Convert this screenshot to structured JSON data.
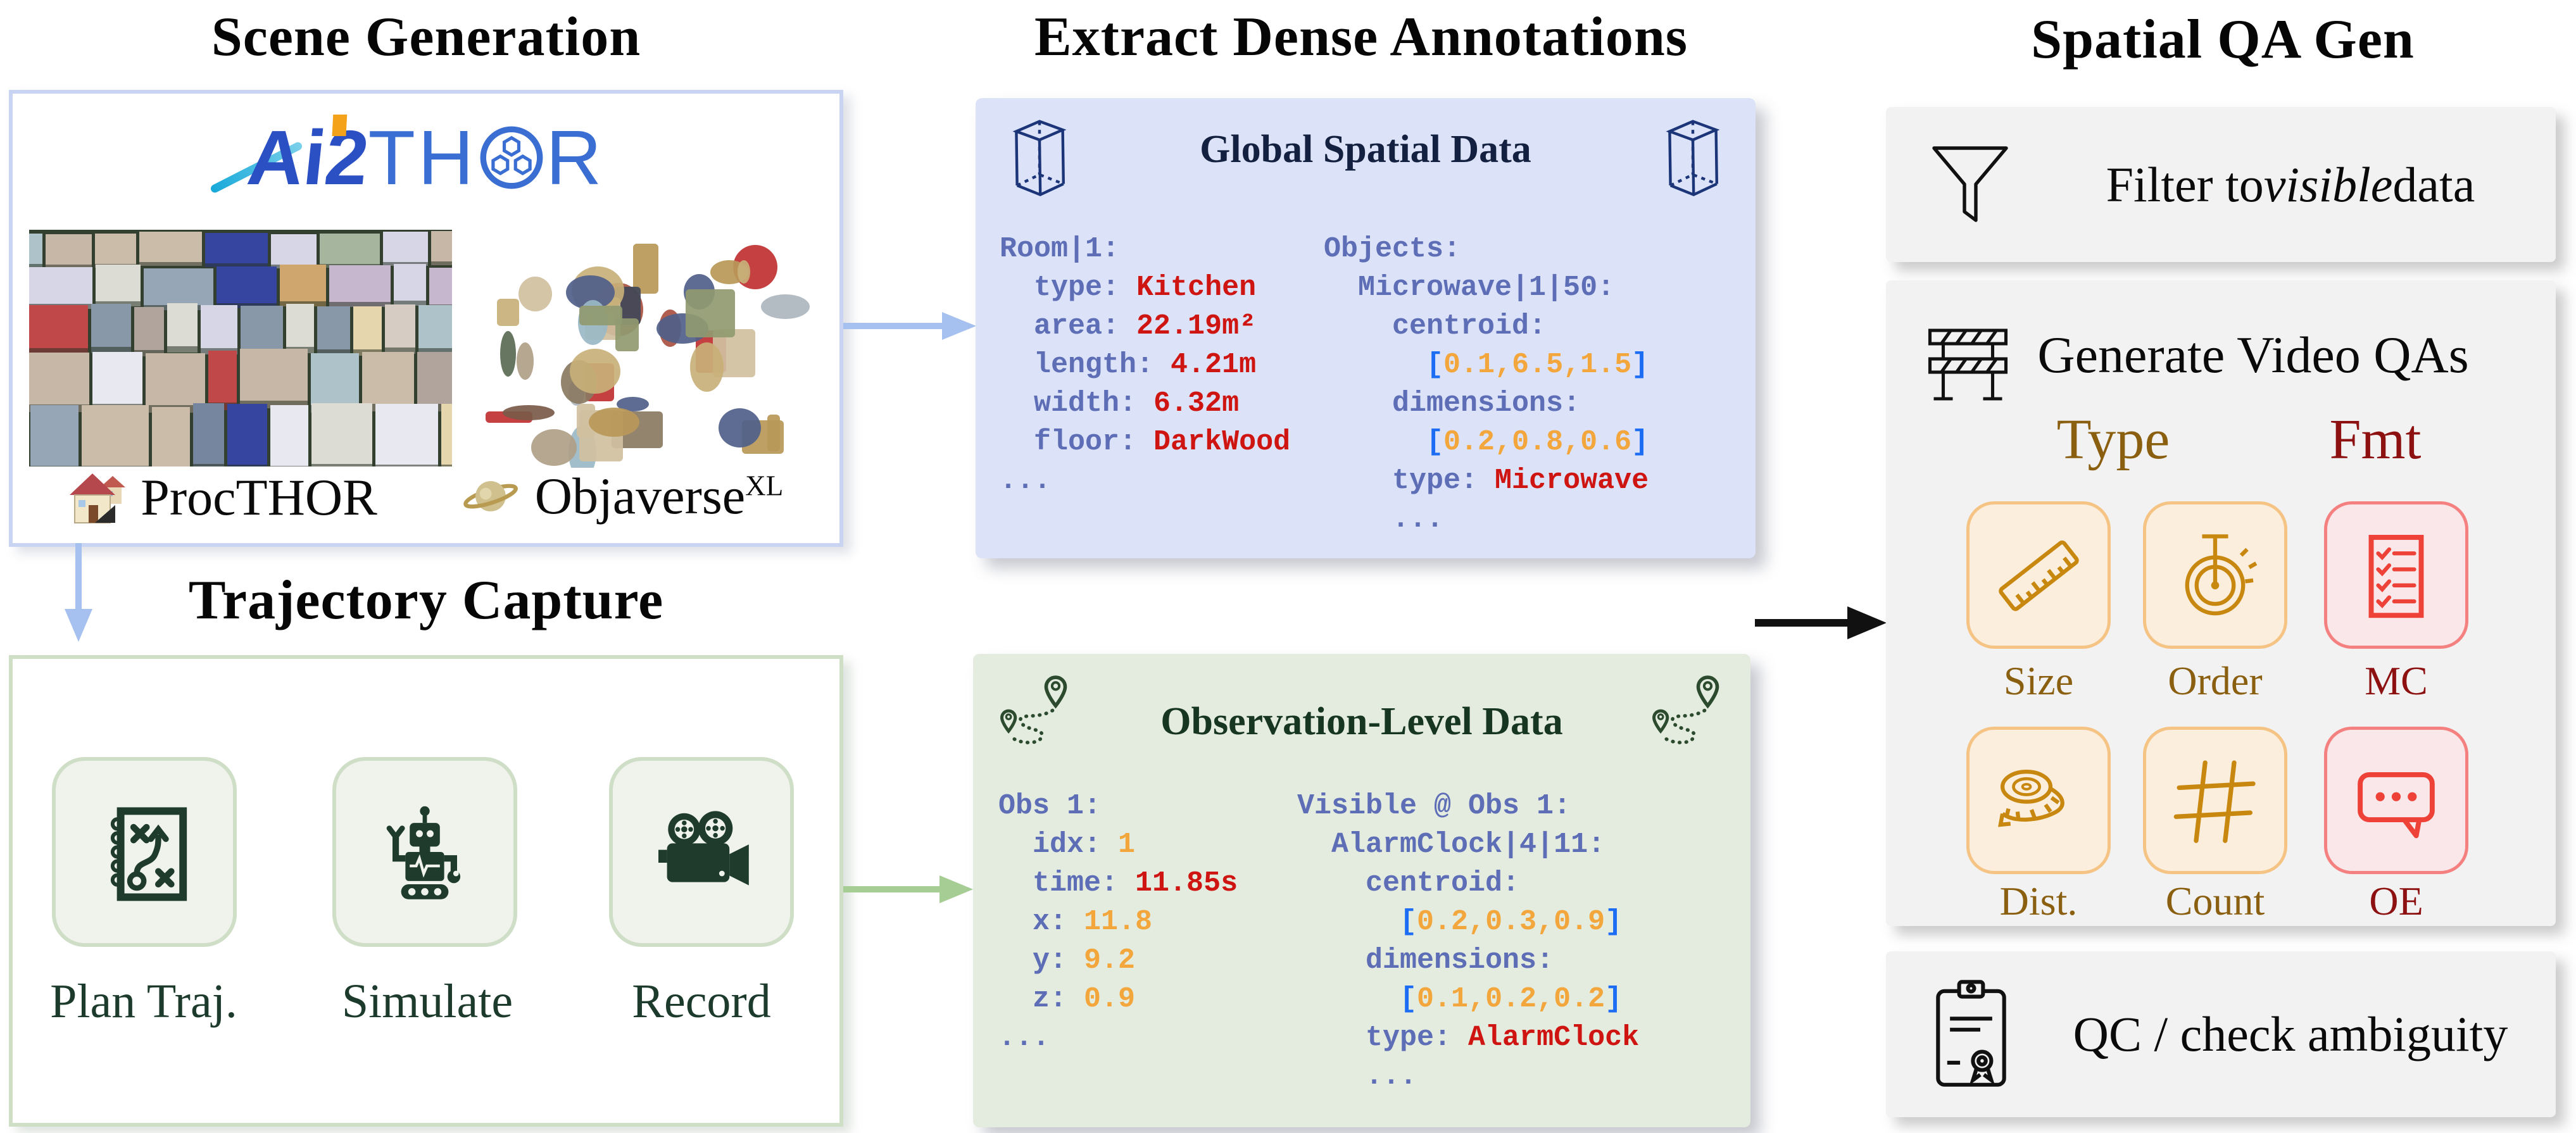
{
  "scene": {
    "title": "Scene Generation",
    "logo": {
      "ai2": "Ai2",
      "th": "TH",
      "r": "R"
    },
    "sources": [
      {
        "label": "ProcTHOR"
      },
      {
        "label": "Objaverse",
        "sup": "XL"
      }
    ]
  },
  "trajectory": {
    "title": "Trajectory Capture",
    "steps": [
      {
        "label": "Plan Traj."
      },
      {
        "label": "Simulate"
      },
      {
        "label": "Record"
      }
    ]
  },
  "annotations": {
    "title": "Extract Dense Annotations",
    "global": {
      "title": "Global Spatial Data",
      "left_code": [
        [
          {
            "t": "Room|1:",
            "c": "k"
          }
        ],
        [
          {
            "t": "  type: ",
            "c": "k"
          },
          {
            "t": "Kitchen",
            "c": "v"
          }
        ],
        [
          {
            "t": "  area: ",
            "c": "k"
          },
          {
            "t": "22.19m²",
            "c": "v"
          }
        ],
        [
          {
            "t": "  length: ",
            "c": "k"
          },
          {
            "t": "4.21m",
            "c": "v"
          }
        ],
        [
          {
            "t": "  width: ",
            "c": "k"
          },
          {
            "t": "6.32m",
            "c": "v"
          }
        ],
        [
          {
            "t": "  floor: ",
            "c": "k"
          },
          {
            "t": "DarkWood",
            "c": "v"
          }
        ],
        [
          {
            "t": "...",
            "c": "k"
          }
        ]
      ],
      "right_code": [
        [
          {
            "t": "Objects:",
            "c": "k"
          }
        ],
        [
          {
            "t": "  Microwave|1|50:",
            "c": "k"
          }
        ],
        [
          {
            "t": "    centroid:",
            "c": "k"
          }
        ],
        [
          {
            "t": "      ",
            "c": "k"
          },
          {
            "t": "[",
            "c": "b"
          },
          {
            "t": "0.1,6.5,1.5",
            "c": "n"
          },
          {
            "t": "]",
            "c": "b"
          }
        ],
        [
          {
            "t": "    dimensions:",
            "c": "k"
          }
        ],
        [
          {
            "t": "      ",
            "c": "k"
          },
          {
            "t": "[",
            "c": "b"
          },
          {
            "t": "0.2,0.8,0.6",
            "c": "n"
          },
          {
            "t": "]",
            "c": "b"
          }
        ],
        [
          {
            "t": "    type: ",
            "c": "k"
          },
          {
            "t": "Microwave",
            "c": "v"
          }
        ],
        [
          {
            "t": "    ...",
            "c": "k"
          }
        ]
      ]
    },
    "observation": {
      "title": "Observation-Level Data",
      "left_code": [
        [
          {
            "t": "Obs 1:",
            "c": "k"
          }
        ],
        [
          {
            "t": "  idx: ",
            "c": "k"
          },
          {
            "t": "1",
            "c": "n"
          }
        ],
        [
          {
            "t": "  time: ",
            "c": "k"
          },
          {
            "t": "11.85s",
            "c": "v"
          }
        ],
        [
          {
            "t": "  x: ",
            "c": "k"
          },
          {
            "t": "11.8",
            "c": "n"
          }
        ],
        [
          {
            "t": "  y: ",
            "c": "k"
          },
          {
            "t": "9.2",
            "c": "n"
          }
        ],
        [
          {
            "t": "  z: ",
            "c": "k"
          },
          {
            "t": "0.9",
            "c": "n"
          }
        ],
        [
          {
            "t": "...",
            "c": "k"
          }
        ]
      ],
      "right_code": [
        [
          {
            "t": "Visible @ Obs 1:",
            "c": "k"
          }
        ],
        [
          {
            "t": "  AlarmClock|4|11:",
            "c": "k"
          }
        ],
        [
          {
            "t": "    centroid:",
            "c": "k"
          }
        ],
        [
          {
            "t": "      ",
            "c": "k"
          },
          {
            "t": "[",
            "c": "b"
          },
          {
            "t": "0.2,0.3,0.9",
            "c": "n"
          },
          {
            "t": "]",
            "c": "b"
          }
        ],
        [
          {
            "t": "    dimensions:",
            "c": "k"
          }
        ],
        [
          {
            "t": "      ",
            "c": "k"
          },
          {
            "t": "[",
            "c": "b"
          },
          {
            "t": "0.1,0.2,0.2",
            "c": "n"
          },
          {
            "t": "]",
            "c": "b"
          }
        ],
        [
          {
            "t": "    type: ",
            "c": "k"
          },
          {
            "t": "AlarmClock",
            "c": "v"
          }
        ],
        [
          {
            "t": "    ...",
            "c": "k"
          }
        ]
      ]
    }
  },
  "qa": {
    "title": "Spatial QA Gen",
    "filter_card": {
      "pre": "Filter to ",
      "it": "visible",
      "post": " data"
    },
    "generate_card": {
      "label": "Generate Video QAs",
      "col_type": "Type",
      "col_fmt": "Fmt",
      "tiles": [
        {
          "label": "Size",
          "icon": "ruler-icon",
          "theme": "orange"
        },
        {
          "label": "Order",
          "icon": "stopwatch-icon",
          "theme": "orange"
        },
        {
          "label": "MC",
          "icon": "checklist-icon",
          "theme": "red"
        },
        {
          "label": "Dist.",
          "icon": "tape-icon",
          "theme": "orange"
        },
        {
          "label": "Count",
          "icon": "hash-icon",
          "theme": "orange"
        },
        {
          "label": "OE",
          "icon": "speech-icon",
          "theme": "red"
        }
      ]
    },
    "qc_card": {
      "label": "QC / check ambiguity"
    }
  },
  "colors": {
    "code_key": "#5d6db6",
    "code_value_red": "#cf1511",
    "code_number_orange": "#f2a63c",
    "code_bracket_blue": "#1c6cf4",
    "panel_blue_bg": "#dce3f8",
    "panel_green_bg": "#e4ecdf",
    "scene_border": "#c9d4f2",
    "traj_border": "#cfdfc5",
    "dark_green": "#1d3b2d",
    "arrow_blue": "#a6c0ef",
    "arrow_green": "#a6cd94",
    "arrow_black": "#111111",
    "tile_orange_border": "#f5c485",
    "tile_orange_bg": "#fbeedd",
    "tile_icon_orange": "#c8870f",
    "tile_red_border": "#f58080",
    "tile_red_bg": "#f9e7e9",
    "tile_icon_red": "#ee4238",
    "type_brown": "#8a5f10",
    "fmt_darkred": "#8e1111",
    "navy": "#1c3579"
  }
}
